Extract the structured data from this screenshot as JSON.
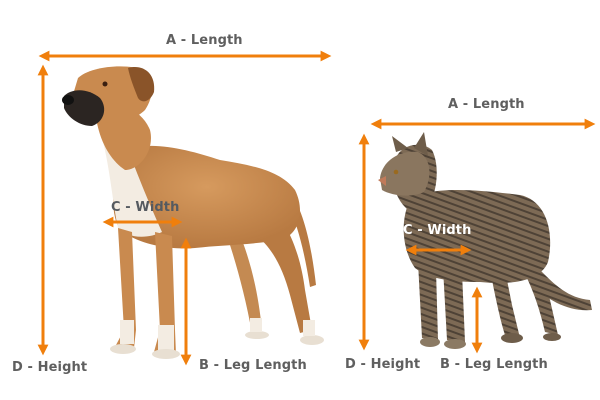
{
  "colors": {
    "arrow": "#f07f0c",
    "label": "#5f5f5f",
    "label_on_cat": "#ffffff",
    "background": "#ffffff",
    "dog_fur": "#c98a4f",
    "dog_fur_dark": "#a86a36",
    "dog_chest": "#f3ece2",
    "dog_muzzle": "#2b2522",
    "cat_fur": "#7d6a55",
    "cat_fur_dark": "#4e4236",
    "cat_fur_light": "#a8957c"
  },
  "dog": {
    "name": "dog",
    "labels": {
      "length": "A - Length",
      "leg_length": "B - Leg Length",
      "width": "C - Width",
      "height": "D - Height"
    }
  },
  "cat": {
    "name": "cat",
    "labels": {
      "length": "A - Length",
      "leg_length": "B - Leg Length",
      "width": "C - Width",
      "height": "D - Height"
    }
  }
}
